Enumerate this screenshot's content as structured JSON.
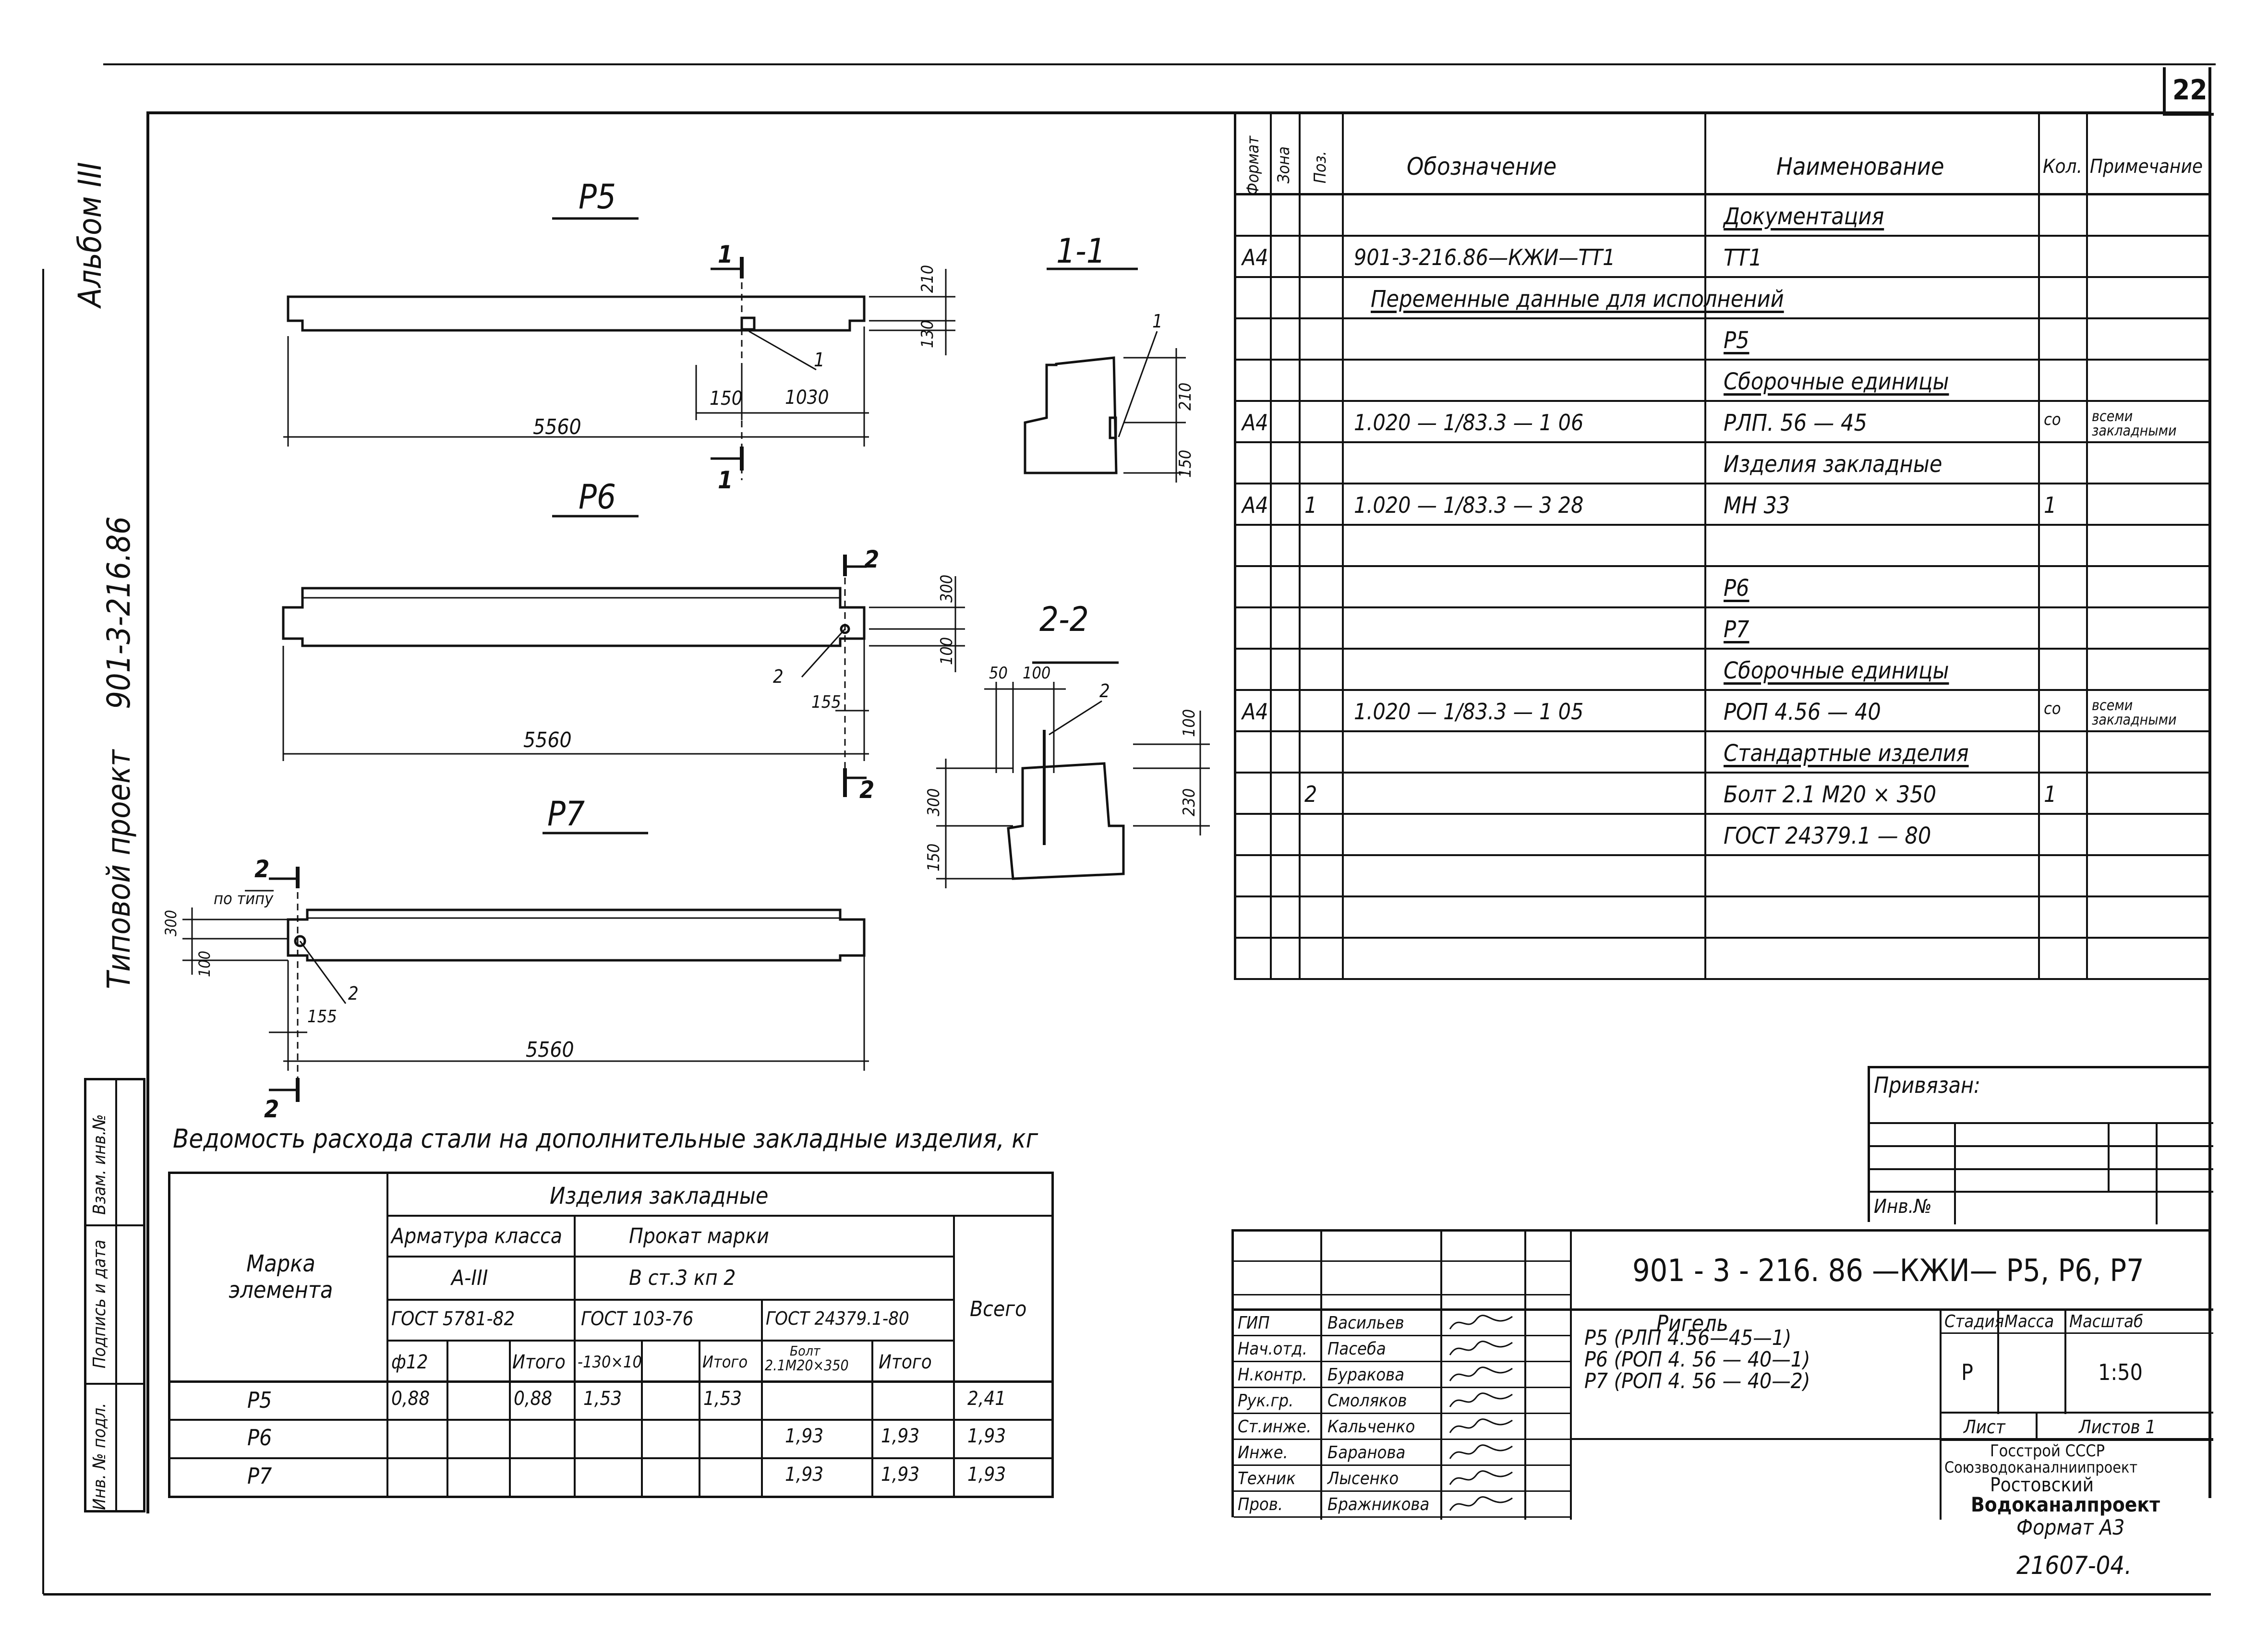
{
  "sheet_number": "22",
  "side": {
    "album": "Альбом III",
    "project": "Типовой проект",
    "project_code": "901-3-216.86",
    "stamp_cells": [
      "Инв. № подл.",
      "Подпись и дата",
      "Взам. инв.№"
    ]
  },
  "drawings": {
    "p5": {
      "title": "Р5",
      "span": "5560",
      "d150": "150",
      "d1030": "1030",
      "d210": "210",
      "d130": "130",
      "callout": "1",
      "cut": "1"
    },
    "p6": {
      "title": "Р6",
      "span": "5560",
      "d300": "300",
      "d100": "100",
      "d155": "155",
      "callout": "2",
      "cut": "2"
    },
    "p7": {
      "title": "Р7",
      "span": "5560",
      "d300": "300",
      "d100": "100",
      "d155": "155",
      "callout": "2",
      "cut": "2",
      "note": "по типу"
    },
    "s11": {
      "title": "1-1",
      "d210": "210",
      "d150": "150",
      "callout": "1"
    },
    "s22": {
      "title": "2-2",
      "d50": "50",
      "d100": "100",
      "d300": "300",
      "d150": "150",
      "d100b": "100",
      "d230": "230",
      "callout": "2"
    }
  },
  "spec": {
    "headers": [
      "Формат",
      "Зона",
      "Поз.",
      "Обозначение",
      "Наименование",
      "Кол.",
      "Примечание"
    ],
    "rows": [
      {
        "fmt": "",
        "zone": "",
        "pos": "",
        "desig": "",
        "name": "Документация",
        "qty": "",
        "note": "",
        "u": true
      },
      {
        "fmt": "А4",
        "zone": "",
        "pos": "",
        "desig": "901-3-216.86—КЖИ—ТТ1",
        "name": "ТТ1",
        "qty": "",
        "note": ""
      },
      {
        "fmt": "",
        "zone": "",
        "pos": "",
        "desig": "",
        "name": "Переменные данные для исполнений",
        "qty": "",
        "note": "",
        "u": true,
        "wide": true
      },
      {
        "fmt": "",
        "zone": "",
        "pos": "",
        "desig": "",
        "name": "Р5",
        "qty": "",
        "note": "",
        "u": true
      },
      {
        "fmt": "",
        "zone": "",
        "pos": "",
        "desig": "",
        "name": "Сборочные единицы",
        "qty": "",
        "note": "",
        "u": true
      },
      {
        "fmt": "А4",
        "zone": "",
        "pos": "",
        "desig": "1.020 — 1/83.3 — 1   06",
        "name": "РЛП. 56 — 45",
        "qty": "со",
        "note": "всеми закладными"
      },
      {
        "fmt": "",
        "zone": "",
        "pos": "",
        "desig": "",
        "name": "Изделия закладные",
        "qty": "",
        "note": ""
      },
      {
        "fmt": "А4",
        "zone": "",
        "pos": "1",
        "desig": "1.020 — 1/83.3 — 3   28",
        "name": "МН 33",
        "qty": "1",
        "note": ""
      },
      {
        "fmt": "",
        "zone": "",
        "pos": "",
        "desig": "",
        "name": "",
        "qty": "",
        "note": ""
      },
      {
        "fmt": "",
        "zone": "",
        "pos": "",
        "desig": "",
        "name": "Р6",
        "qty": "",
        "note": "",
        "u": true
      },
      {
        "fmt": "",
        "zone": "",
        "pos": "",
        "desig": "",
        "name": "Р7",
        "qty": "",
        "note": "",
        "u": true
      },
      {
        "fmt": "",
        "zone": "",
        "pos": "",
        "desig": "",
        "name": "Сборочные единицы",
        "qty": "",
        "note": "",
        "u": true
      },
      {
        "fmt": "А4",
        "zone": "",
        "pos": "",
        "desig": "1.020 — 1/83.3 — 1   05",
        "name": "РОП 4.56 — 40",
        "qty": "со",
        "note": "всеми закладными"
      },
      {
        "fmt": "",
        "zone": "",
        "pos": "",
        "desig": "",
        "name": "Стандартные изделия",
        "qty": "",
        "note": "",
        "u": true
      },
      {
        "fmt": "",
        "zone": "",
        "pos": "2",
        "desig": "",
        "name": "Болт 2.1 М20 × 350",
        "qty": "1",
        "note": ""
      },
      {
        "fmt": "",
        "zone": "",
        "pos": "",
        "desig": "",
        "name": "ГОСТ 24379.1 — 80",
        "qty": "",
        "note": ""
      },
      {
        "fmt": "",
        "zone": "",
        "pos": "",
        "desig": "",
        "name": "",
        "qty": "",
        "note": ""
      },
      {
        "fmt": "",
        "zone": "",
        "pos": "",
        "desig": "",
        "name": "",
        "qty": "",
        "note": ""
      },
      {
        "fmt": "",
        "zone": "",
        "pos": "",
        "desig": "",
        "name": "",
        "qty": "",
        "note": ""
      }
    ]
  },
  "steel": {
    "title": "Ведомость расхода стали на дополнительные закладные изделия, кг",
    "h_mark": "Марка элемента",
    "h_items": "Изделия закладные",
    "h_rebar": "Арматура класса",
    "h_class": "А-III",
    "h_gost1": "ГОСТ 5781-82",
    "h_rolled": "Прокат марки",
    "h_grade": "В ст.3 кп 2",
    "h_gost2": "ГОСТ 103-76",
    "h_gost3": "ГОСТ 24379.1-80",
    "h_total": "Всего",
    "h_d12": "ф12",
    "h_itogo": "Итого",
    "h_strip": "-130×10",
    "h_bolt_a": "Болт",
    "h_bolt_b": "2.1М20×350",
    "rows": [
      {
        "mark": "Р5",
        "d12": "0,88",
        "e1": "",
        "it1": "0,88",
        "strip": "1,53",
        "e2": "",
        "it2": "1,53",
        "bolt": "",
        "it3": "",
        "total": "2,41"
      },
      {
        "mark": "Р6",
        "d12": "",
        "e1": "",
        "it1": "",
        "strip": "",
        "e2": "",
        "it2": "",
        "bolt": "1,93",
        "it3": "1,93",
        "total": "1,93"
      },
      {
        "mark": "Р7",
        "d12": "",
        "e1": "",
        "it1": "",
        "strip": "",
        "e2": "",
        "it2": "",
        "bolt": "1,93",
        "it3": "1,93",
        "total": "1,93"
      }
    ]
  },
  "binding": {
    "label": "Привязан:",
    "inv": "Инв.№"
  },
  "title_block": {
    "code": "901 - 3 - 216. 86  —КЖИ— Р5, Р6, Р7",
    "name": "Ригель",
    "items": [
      "Р5  (РЛП 4.56—45—1)",
      "Р6  (РОП 4. 56 — 40—1)",
      "Р7  (РОП 4. 56 — 40—2)"
    ],
    "stage_h": "Стадия",
    "mass_h": "Масса",
    "scale_h": "Масштаб",
    "stage": "Р",
    "scale": "1:50",
    "sheet": "Лист",
    "sheets": "Листов 1",
    "org": [
      "Госстрой СССР",
      "Союзводоканалниипроект",
      "Ростовский",
      "Водоканалпроект"
    ],
    "people": [
      {
        "role": "ГИП",
        "name": "Васильев"
      },
      {
        "role": "Нач.отд.",
        "name": "Пасеба"
      },
      {
        "role": "Н.контр.",
        "name": "Буракова"
      },
      {
        "role": "Рук.гр.",
        "name": "Смоляков"
      },
      {
        "role": "Ст.инже.",
        "name": "Кальченко"
      },
      {
        "role": "Инже.",
        "name": "Баранова"
      },
      {
        "role": "Техник",
        "name": "Лысенко"
      },
      {
        "role": "Пров.",
        "name": "Бражникова"
      }
    ],
    "format": "Формат А3",
    "inv_no": "21607-04."
  }
}
